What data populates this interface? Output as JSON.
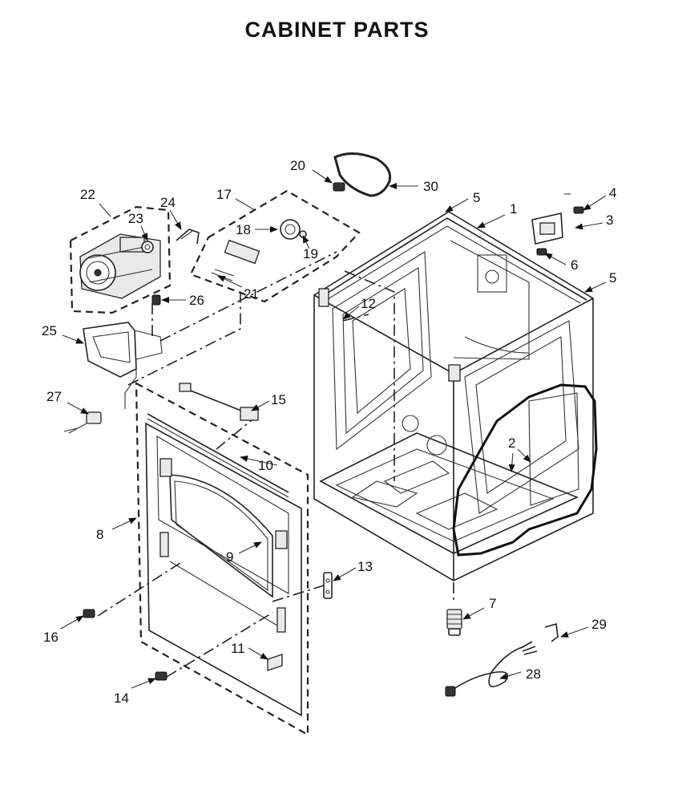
{
  "title": "CABINET PARTS",
  "callouts": {
    "c1": "1",
    "c2": "2",
    "c3": "3",
    "c4": "4",
    "c5a": "5",
    "c5b": "5",
    "c6": "6",
    "c7": "7",
    "c8": "8",
    "c9": "9",
    "c10": "10",
    "c11": "11",
    "c12": "12",
    "c13": "13",
    "c14": "14",
    "c15": "15",
    "c16": "16",
    "c17": "17",
    "c18": "18",
    "c19": "19",
    "c20": "20",
    "c21": "21",
    "c22": "22",
    "c23": "23",
    "c24": "24",
    "c25": "25",
    "c26": "26",
    "c27": "27",
    "c28": "28",
    "c29": "29",
    "c30": "30"
  }
}
